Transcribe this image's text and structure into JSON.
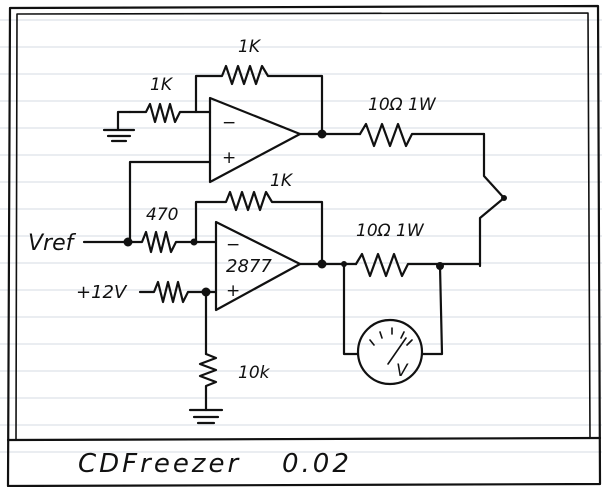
{
  "labels": {
    "r_feedback_top": "1K",
    "r_input_top": "1K",
    "r_series_top": "10Ω 1W",
    "r_feedback_bottom": "1K",
    "r_input_bottom": "470",
    "chip": "2877",
    "r_series_bottom": "10Ω 1W",
    "vref": "Vref",
    "supply": "+12V",
    "r_ground": "10k",
    "opamp_minus": "−",
    "opamp_plus": "+",
    "meter": "V"
  },
  "footer": {
    "app_name": "CDFreezer",
    "version": "0.02"
  }
}
